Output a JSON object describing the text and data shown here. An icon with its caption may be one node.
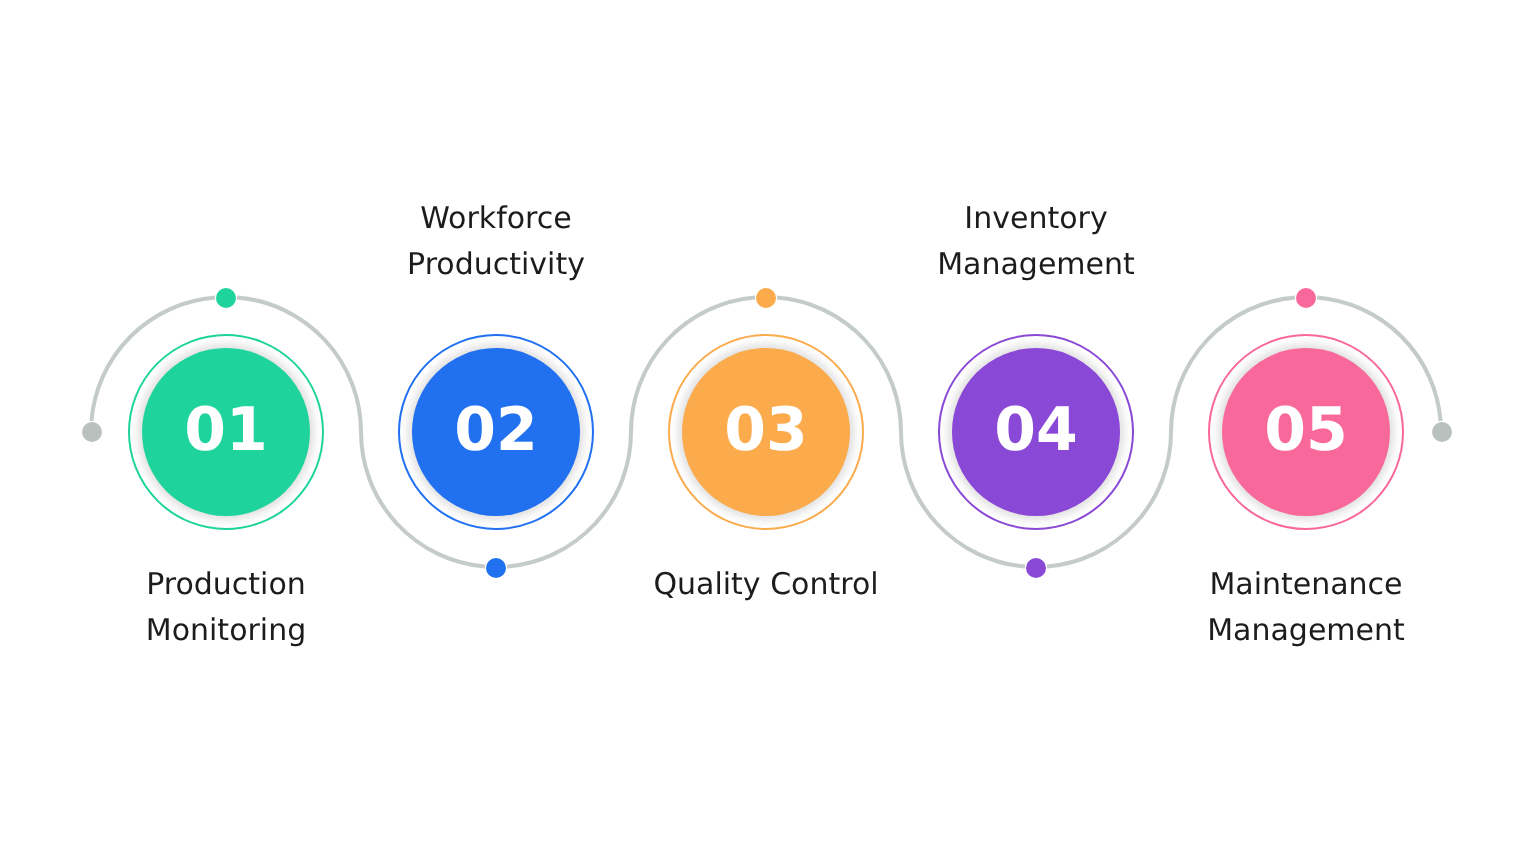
{
  "diagram": {
    "nodes": [
      {
        "text": [],
        "shape": "circle"
      },
      {
        "text": [
          "01",
          "Production Monitoring"
        ]
      },
      {
        "text": [
          "Workforce Productivity",
          "02"
        ]
      },
      {
        "text": [
          "03",
          "Quality Control"
        ]
      },
      {
        "text": [
          "Inventory Management",
          "04"
        ]
      },
      {
        "text": [
          "05",
          "Maintenance Management"
        ]
      },
      {
        "text": [],
        "shape": "circle"
      }
    ],
    "edges": [
      {
        "from": 0,
        "to": 1,
        "arrow": "none"
      },
      {
        "from": 1,
        "to": 2,
        "arrow": "none"
      },
      {
        "from": 2,
        "to": 3,
        "arrow": "none"
      },
      {
        "from": 3,
        "to": 4,
        "arrow": "none"
      },
      {
        "from": 4,
        "to": 5,
        "arrow": "none"
      },
      {
        "from": 5,
        "to": 6,
        "arrow": "none"
      }
    ]
  }
}
